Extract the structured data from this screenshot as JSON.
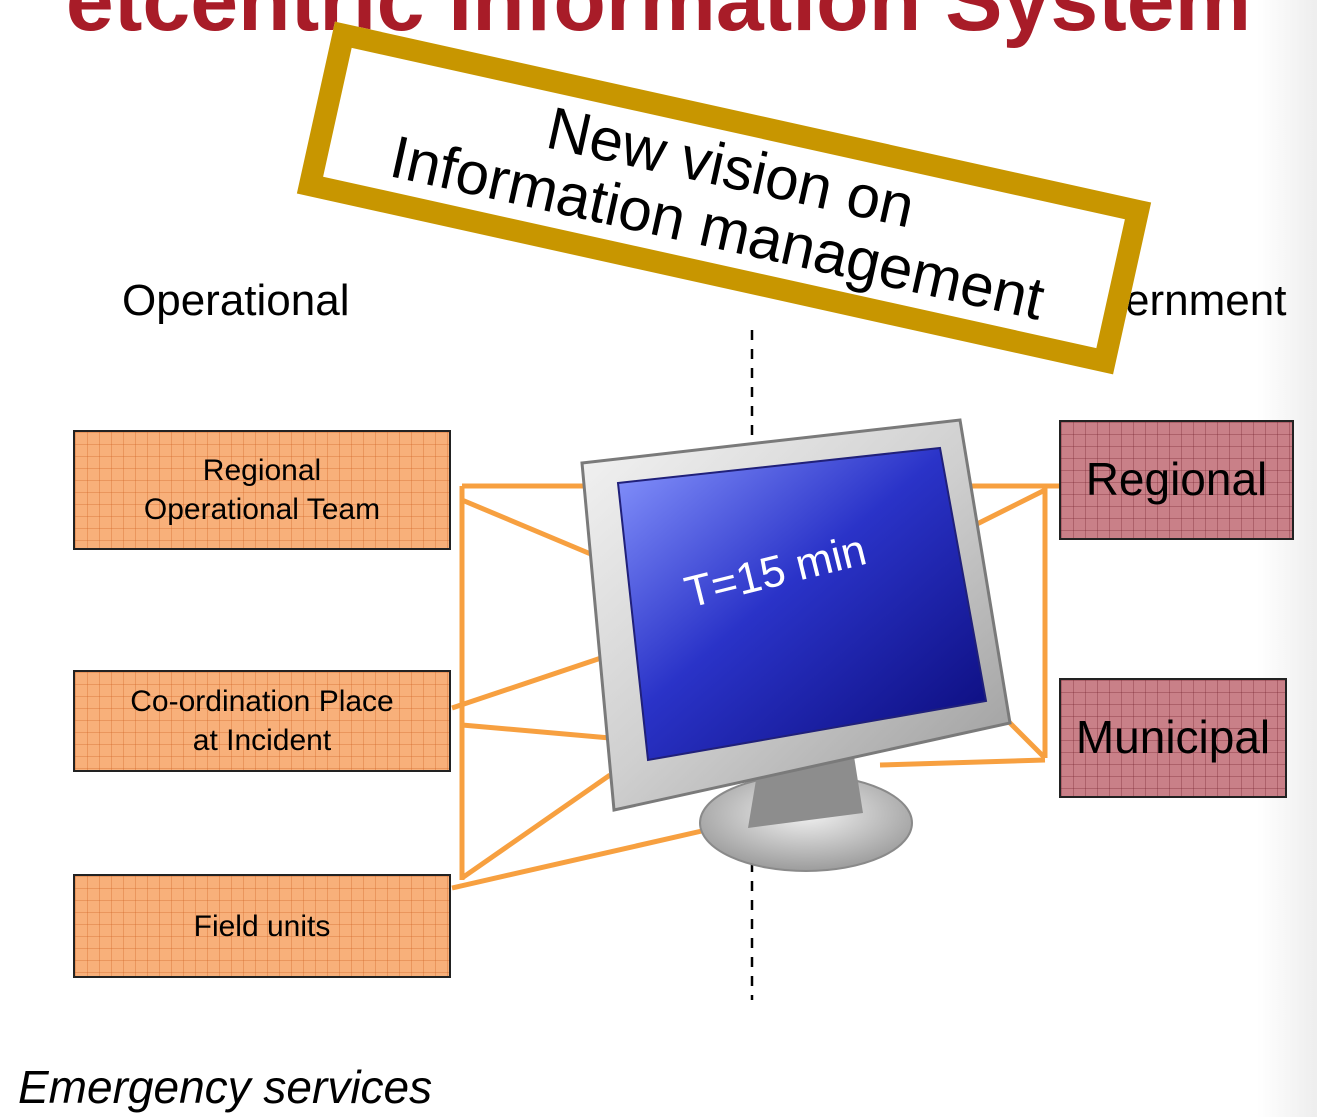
{
  "title": "etcentric Information System",
  "banner": {
    "line1": "New vision on",
    "line2": "Information management"
  },
  "columns": {
    "left_heading": "Operational",
    "right_heading": "ernment"
  },
  "operational_units": [
    "Regional\nOperational Team",
    "Co-ordination Place\nat Incident",
    "Field units"
  ],
  "government_units": [
    "Regional",
    "Municipal"
  ],
  "monitor": {
    "screen_text": "T=15 min"
  },
  "footer": "Emergency services",
  "colors": {
    "title": "#a81c28",
    "banner_border": "#c89600",
    "operational_box": "#f8b07a",
    "government_box": "#c98088",
    "link_line": "#f7a040",
    "screen": "#1a1aa0"
  }
}
